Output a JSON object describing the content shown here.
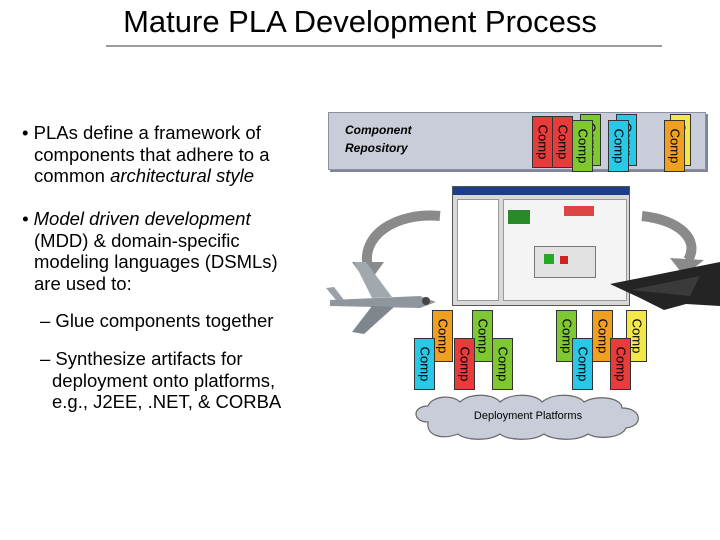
{
  "title": "Mature PLA Development Process",
  "bullets": {
    "b1_l1": "• PLAs define a framework of",
    "b1_l2": "components that adhere to a",
    "b1_l3a": "common ",
    "b1_l3b": "architectural style",
    "b2_l1": "• Model driven development",
    "b2_l2": "(MDD) & domain-specific",
    "b2_l3": "modeling languages (DSMLs)",
    "b2_l4": "are used to:",
    "s1": "– Glue components together",
    "s2_l1": "– Synthesize artifacts for",
    "s2_l2": "deployment onto platforms,",
    "s2_l3": "e.g., J2EE, .NET, & CORBA"
  },
  "repository": {
    "label_l1": "Component",
    "label_l2": "Repository"
  },
  "comp_label": "Comp",
  "platforms_label": "Deployment Platforms",
  "colors": {
    "yellow": "#f2e84a",
    "orange": "#f0a020",
    "green": "#7ec832",
    "cyan": "#28c8e6",
    "red": "#e83c3c",
    "repo": "#c9cdd9"
  }
}
